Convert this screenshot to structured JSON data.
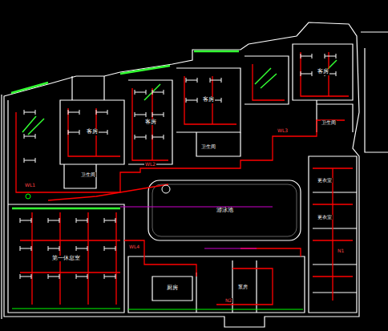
{
  "diagram": {
    "nodes": [
      {
        "text": [
          "客房"
        ]
      },
      {
        "text": [
          "客房"
        ]
      },
      {
        "text": [
          "客房"
        ]
      },
      {
        "text": [
          "客房"
        ]
      },
      {
        "text": [
          "游泳池"
        ]
      },
      {
        "text": [
          "第一休息室"
        ]
      },
      {
        "text": [
          "厨房"
        ]
      }
    ],
    "labels": [
      "卫生间",
      "卫生间",
      "卫生间",
      "更衣室",
      "更衣室",
      "泵房",
      "WL1",
      "WL2",
      "WL3",
      "WL4",
      "N1",
      "N2"
    ]
  }
}
